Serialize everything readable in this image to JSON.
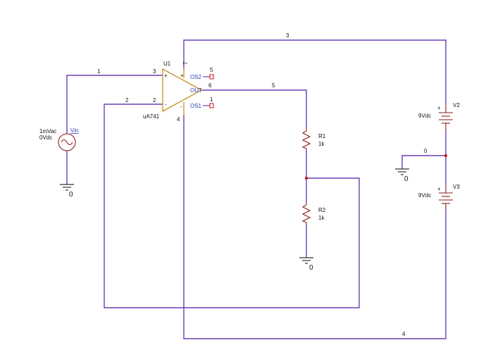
{
  "nets": {
    "n1": "1",
    "n2": "2",
    "n3": "3",
    "n4": "4",
    "n5": "5",
    "n0": "0"
  },
  "opamp": {
    "ref": "U1",
    "model": "uA741",
    "pin_plus": "3",
    "pin_minus": "2",
    "pin_vplus": "7",
    "pin_vminus": "4",
    "pin_out": "6",
    "pin_os2": "5",
    "pin_os1": "1",
    "plus_sign": "+",
    "minus_sign": "-",
    "label_out": "OUT",
    "label_os2": "OS2",
    "label_os1": "OS1",
    "v_plus_sign": "+",
    "v_minus_sign": "-"
  },
  "source_vin": {
    "ref": "Vin",
    "ac": "1mVac",
    "dc": "0Vdc"
  },
  "resistors": [
    {
      "ref": "R1",
      "value": "1k"
    },
    {
      "ref": "R2",
      "value": "1k"
    }
  ],
  "supplies": [
    {
      "ref": "V2",
      "value": "9Vdc"
    },
    {
      "ref": "V3",
      "value": "9Vdc"
    }
  ],
  "grounds": [
    "0",
    "0",
    "0"
  ],
  "colors": {
    "wire": "#6a3fb5",
    "component": "#8b1a1a",
    "opamp": "#c89020",
    "junction": "#c01010"
  }
}
